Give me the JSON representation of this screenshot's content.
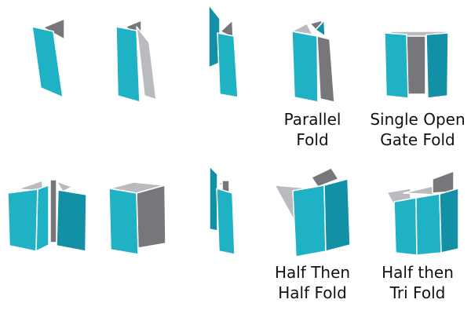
{
  "colors": {
    "panel_cyan": "#1FB2C4",
    "panel_teal": "#1190A6",
    "fold_dark_gray": "#77777B",
    "fold_light_gray": "#B9BBBE",
    "outline": "#ffffff"
  },
  "captions": {
    "parallel_fold": [
      "Parallel",
      "Fold"
    ],
    "single_open_gate_fold": [
      "Single Open",
      "Gate Fold"
    ],
    "half_then_half_fold": [
      "Half Then",
      "Half Fold"
    ],
    "half_then_tri_fold": [
      "Half then",
      "Tri Fold"
    ]
  }
}
